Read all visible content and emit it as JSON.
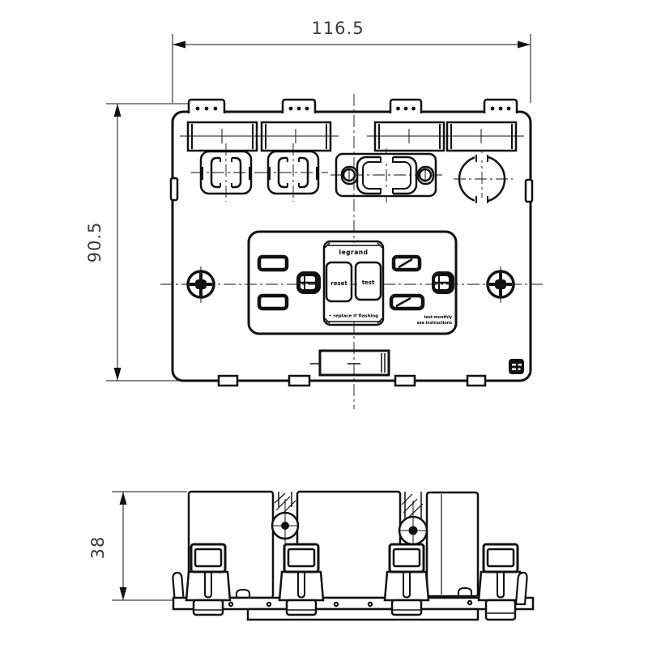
{
  "dimensions": {
    "front_width": "116.5",
    "front_height": "90.5",
    "side_depth": "38"
  },
  "gfci": {
    "brand": "legrand",
    "reset_button": "reset",
    "test_button": "test",
    "replace_note": "• replace if flashing",
    "marking_line1": "test monthly",
    "marking_line2": "see instructions"
  },
  "colors": {
    "line": "#111111",
    "background": "#ffffff",
    "dimension_text": "#3a3a3a"
  }
}
